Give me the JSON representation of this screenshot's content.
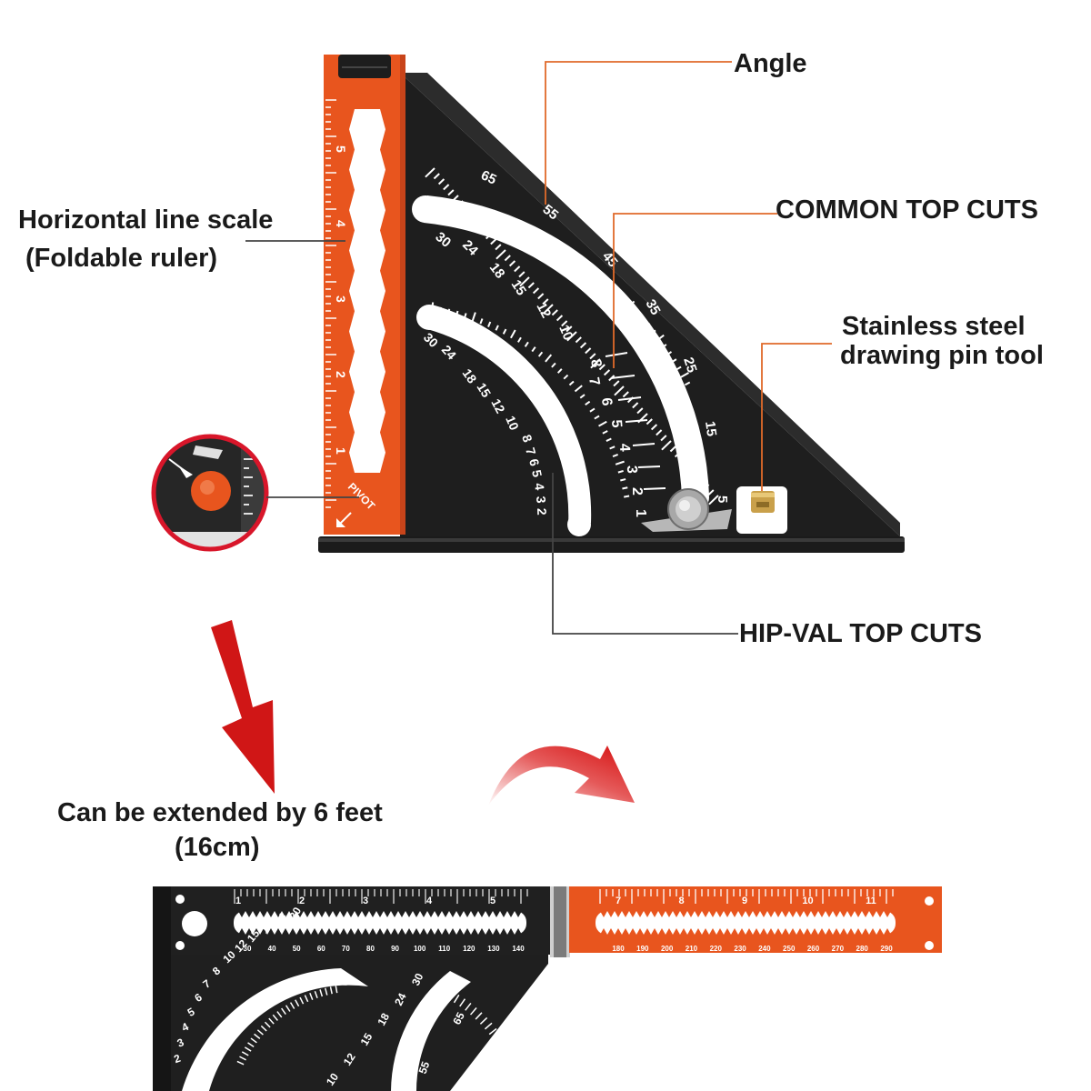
{
  "callouts": {
    "angle": "Angle",
    "common_top_cuts": "COMMON TOP CUTS",
    "horizontal_scale_line1": "Horizontal line scale",
    "horizontal_scale_line2": "(Foldable ruler)",
    "drawing_pin_line1": "Stainless steel",
    "drawing_pin_line2": "drawing pin tool",
    "hip_val_top_cuts": "HIP-VAL TOP CUTS",
    "extended_line1": "Can be extended by 6 feet",
    "extended_line2": "(16cm)"
  },
  "tool_markings": {
    "pivot": "PIVOT",
    "orange_scale_numbers": [
      "5",
      "4",
      "3",
      "2",
      "1"
    ],
    "angle_scale": [
      "65",
      "55",
      "45",
      "35",
      "25",
      "15",
      "5"
    ],
    "common_arc_outer": [
      "30",
      "24",
      "18",
      "15",
      "12",
      "10"
    ],
    "common_column": [
      "8",
      "7",
      "6",
      "5",
      "4",
      "3",
      "2",
      "1"
    ],
    "hip_arc": [
      "30",
      "24",
      "18",
      "15",
      "12",
      "10",
      "8",
      "7",
      "6",
      "5",
      "4",
      "3",
      "2"
    ],
    "ext_black_top": [
      "1",
      "2",
      "3",
      "4",
      "5"
    ],
    "ext_black_bottom": [
      "30",
      "40",
      "50",
      "60",
      "70",
      "80",
      "90",
      "100",
      "110",
      "120",
      "130",
      "140"
    ],
    "ext_orange_top": [
      "7",
      "8",
      "9",
      "10",
      "11"
    ],
    "ext_orange_bottom": [
      "180",
      "190",
      "200",
      "210",
      "220",
      "230",
      "240",
      "250",
      "260",
      "270",
      "280",
      "290"
    ],
    "bottom_hip_arc": [
      "2",
      "3",
      "4",
      "5",
      "6",
      "7",
      "8",
      "10",
      "12",
      "15",
      "18",
      "24",
      "30"
    ],
    "bottom_common_arc": [
      "10",
      "12",
      "15",
      "18",
      "24",
      "30"
    ],
    "bottom_angle": [
      "65",
      "55"
    ]
  },
  "colors": {
    "orange": "#e8551e",
    "black": "#1e1e1e",
    "arrow_red": "#d50f0f",
    "callout_line": "#e06a2a"
  }
}
